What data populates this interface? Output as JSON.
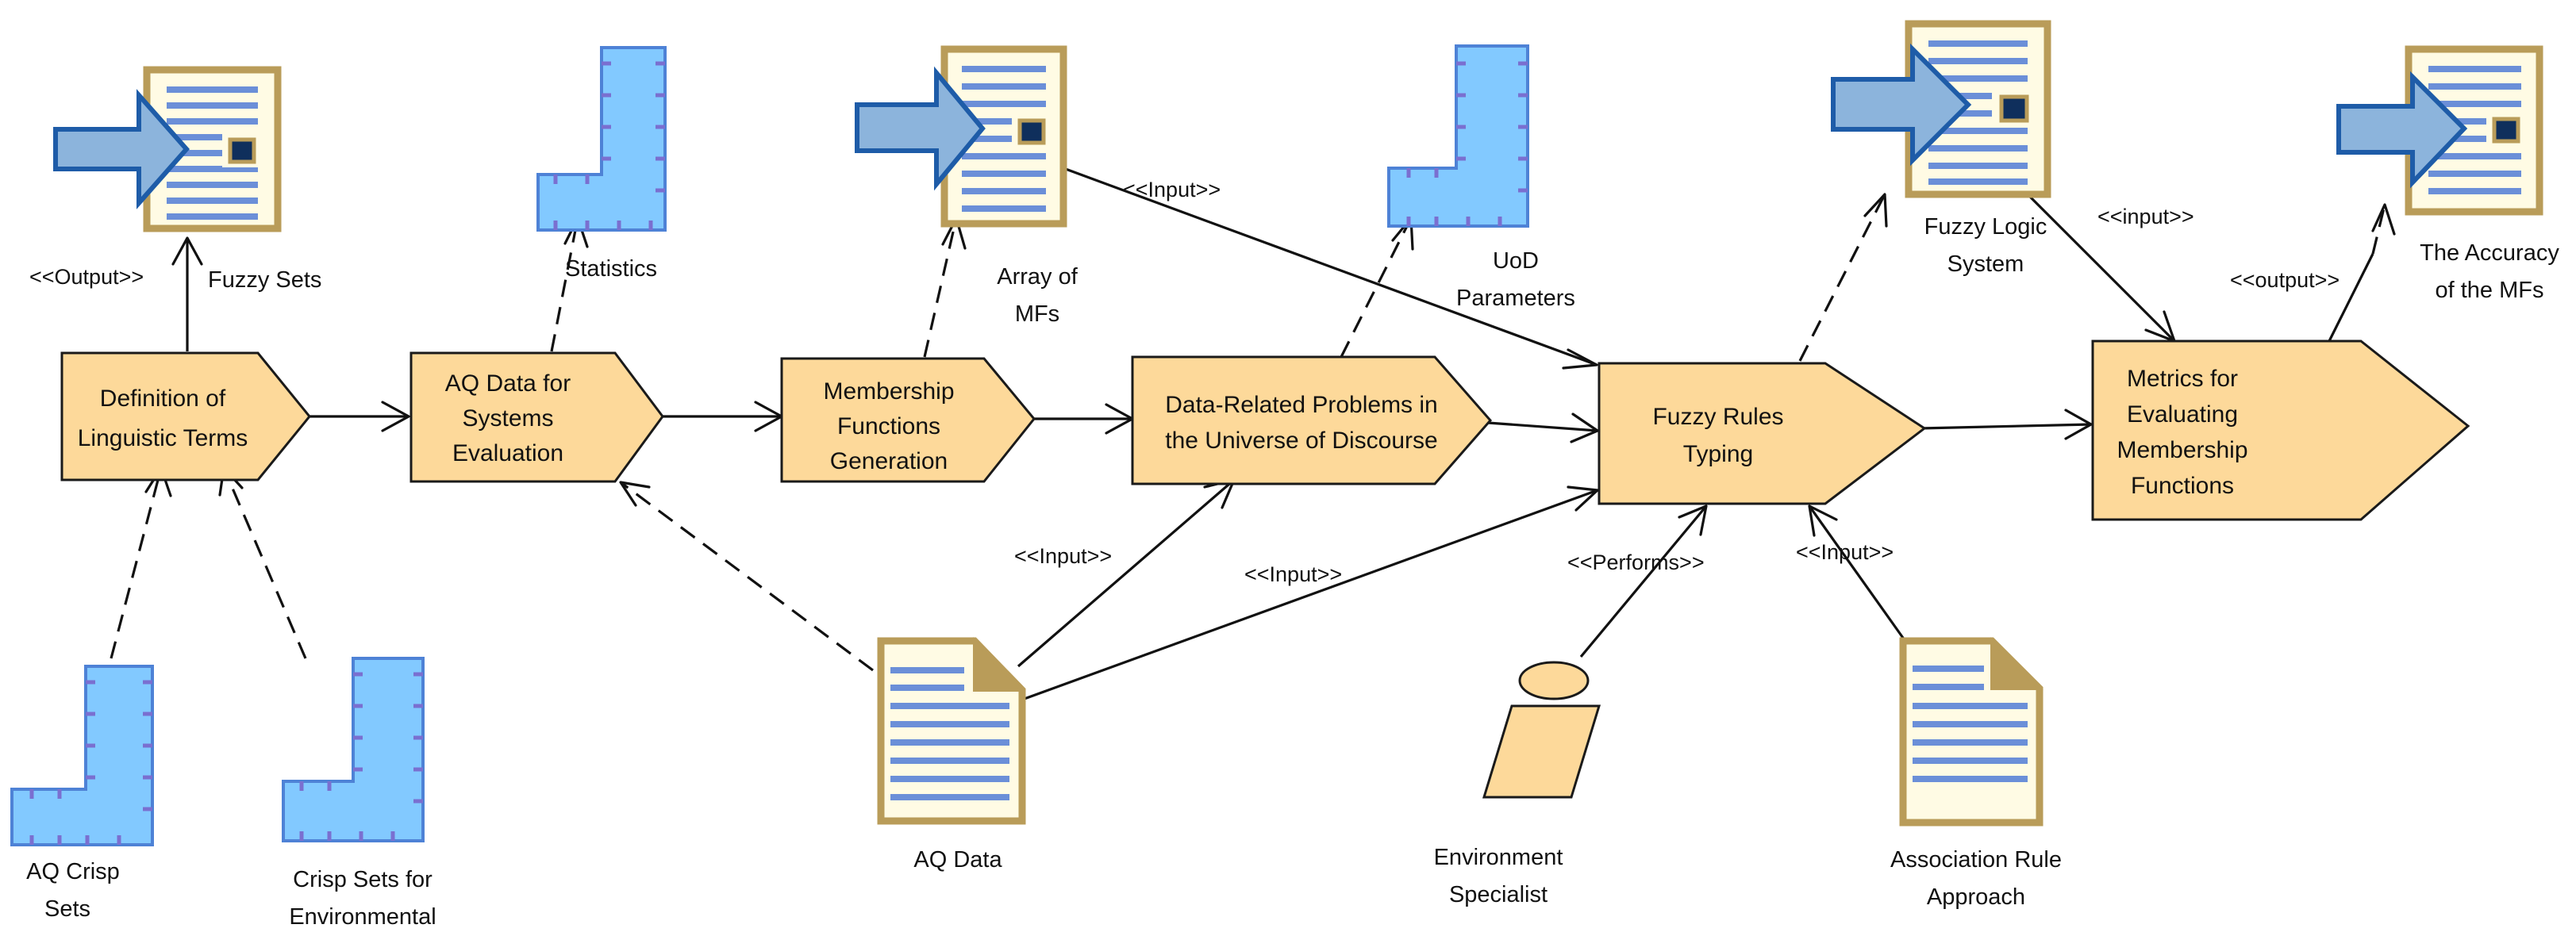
{
  "colors": {
    "process_fill": "#fdd99a",
    "outline": "#1a1a1a",
    "doc_border": "#b99c59",
    "doc_paper": "#fffbe4",
    "doc_lines": "#6b8fd8",
    "input_arrow_fill": "#8cb4dc",
    "input_arrow_stroke": "#1e5ca8",
    "model_fill": "#82c9ff",
    "model_stroke": "#4e82d6",
    "model_ticks": "#7a6fd0"
  },
  "icons": {
    "process": "process-pentagon-icon",
    "document": "document-icon",
    "model": "l-shaped-model-icon",
    "input_document": "document-with-input-arrow-icon",
    "worker": "worker-person-icon"
  },
  "activities": {
    "definition": [
      "Definition of",
      "Linguistic Terms"
    ],
    "aq_eval": [
      "AQ Data for",
      "Systems",
      "Evaluation"
    ],
    "mf_generation": [
      "Membership",
      "Functions",
      "Generation"
    ],
    "data_problems": [
      "Data-Related Problems in",
      "the Universe of Discourse"
    ],
    "fuzzy_rules": [
      "Fuzzy Rules",
      "Typing"
    ],
    "metrics": [
      "Metrics for",
      "Evaluating",
      "Membership",
      "Functions"
    ]
  },
  "artifacts": {
    "fuzzy_sets": [
      "Fuzzy Sets"
    ],
    "statistics": [
      "Statistics"
    ],
    "array_mfs": [
      "Array of",
      "MFs"
    ],
    "uod": [
      "UoD",
      "Parameters"
    ],
    "fls": [
      "Fuzzy Logic",
      "System"
    ],
    "accuracy": [
      "The Accuracy",
      "of the MFs"
    ],
    "aq_crisp": [
      "AQ Crisp",
      "Sets"
    ],
    "crisp_env": [
      "Crisp Sets for",
      "Environmental"
    ],
    "aq_data": [
      "AQ Data"
    ],
    "specialist": [
      "Environment",
      "Specialist"
    ],
    "association": [
      "Association Rule",
      "Approach"
    ]
  },
  "stereotypes": {
    "output_fuzzy": "<<Output>>",
    "input_arr": "<<Input>>",
    "input_fls": "<<input>>",
    "output_acc": "<<output>>",
    "input_aq1": "<<Input>>",
    "input_aq2": "<<Input>>",
    "performs": "<<Performs>>",
    "input_assoc": "<<Input>>"
  }
}
